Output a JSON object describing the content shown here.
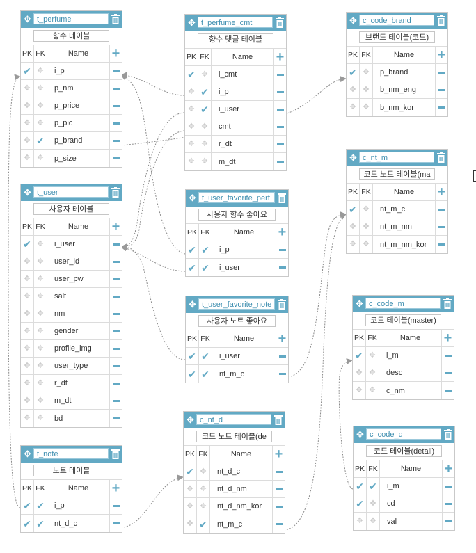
{
  "tables": [
    {
      "id": "t_perfume",
      "name": "t_perfume",
      "comment": "향수 테이블",
      "columns": [
        {
          "name": "i_p",
          "pk": true,
          "fk": false
        },
        {
          "name": "p_nm",
          "pk": false,
          "fk": false
        },
        {
          "name": "p_price",
          "pk": false,
          "fk": false
        },
        {
          "name": "p_pic",
          "pk": false,
          "fk": false
        },
        {
          "name": "p_brand",
          "pk": false,
          "fk": true
        },
        {
          "name": "p_size",
          "pk": false,
          "fk": false
        }
      ]
    },
    {
      "id": "t_user",
      "name": "t_user",
      "comment": "사용자 테이블",
      "columns": [
        {
          "name": "i_user",
          "pk": true,
          "fk": false
        },
        {
          "name": "user_id",
          "pk": false,
          "fk": false
        },
        {
          "name": "user_pw",
          "pk": false,
          "fk": false
        },
        {
          "name": "salt",
          "pk": false,
          "fk": false
        },
        {
          "name": "nm",
          "pk": false,
          "fk": false
        },
        {
          "name": "gender",
          "pk": false,
          "fk": false
        },
        {
          "name": "profile_img",
          "pk": false,
          "fk": false
        },
        {
          "name": "user_type",
          "pk": false,
          "fk": false
        },
        {
          "name": "r_dt",
          "pk": false,
          "fk": false
        },
        {
          "name": "m_dt",
          "pk": false,
          "fk": false
        },
        {
          "name": "bd",
          "pk": false,
          "fk": false
        }
      ]
    },
    {
      "id": "t_note",
      "name": "t_note",
      "comment": "노트 테이블",
      "columns": [
        {
          "name": "i_p",
          "pk": true,
          "fk": true
        },
        {
          "name": "nt_d_c",
          "pk": true,
          "fk": true
        }
      ]
    },
    {
      "id": "t_perfume_cmt",
      "name": "t_perfume_cmt",
      "comment": "향수 댓글 테이블",
      "columns": [
        {
          "name": "i_cmt",
          "pk": true,
          "fk": false
        },
        {
          "name": "i_p",
          "pk": false,
          "fk": true
        },
        {
          "name": "i_user",
          "pk": false,
          "fk": true
        },
        {
          "name": "cmt",
          "pk": false,
          "fk": false
        },
        {
          "name": "r_dt",
          "pk": false,
          "fk": false
        },
        {
          "name": "m_dt",
          "pk": false,
          "fk": false
        }
      ]
    },
    {
      "id": "t_user_favorite_perfume",
      "name": "t_user_favorite_perf",
      "comment": "사용자 향수 좋아요",
      "columns": [
        {
          "name": "i_p",
          "pk": true,
          "fk": true
        },
        {
          "name": "i_user",
          "pk": true,
          "fk": true
        }
      ]
    },
    {
      "id": "t_user_favorite_note",
      "name": "t_user_favorite_note",
      "comment": "사용자 노트 좋아요",
      "columns": [
        {
          "name": "i_user",
          "pk": true,
          "fk": true
        },
        {
          "name": "nt_m_c",
          "pk": true,
          "fk": true
        }
      ]
    },
    {
      "id": "c_nt_d",
      "name": "c_nt_d",
      "comment": "코드 노트 테이블(de",
      "columns": [
        {
          "name": "nt_d_c",
          "pk": true,
          "fk": false
        },
        {
          "name": "nt_d_nm",
          "pk": false,
          "fk": false
        },
        {
          "name": "nt_d_nm_kor",
          "pk": false,
          "fk": false
        },
        {
          "name": "nt_m_c",
          "pk": false,
          "fk": true
        }
      ]
    },
    {
      "id": "c_code_brand",
      "name": "c_code_brand",
      "comment": "브랜드 테이블(코드)",
      "columns": [
        {
          "name": "p_brand",
          "pk": true,
          "fk": false
        },
        {
          "name": "b_nm_eng",
          "pk": false,
          "fk": false
        },
        {
          "name": "b_nm_kor",
          "pk": false,
          "fk": false
        }
      ]
    },
    {
      "id": "c_nt_m",
      "name": "c_nt_m",
      "comment": "코드 노트 테이블(ma",
      "columns": [
        {
          "name": "nt_m_c",
          "pk": true,
          "fk": false
        },
        {
          "name": "nt_m_nm",
          "pk": false,
          "fk": false
        },
        {
          "name": "nt_m_nm_kor",
          "pk": false,
          "fk": false
        }
      ]
    },
    {
      "id": "c_code_m",
      "name": "c_code_m",
      "comment": "코드 테이블(master)",
      "columns": [
        {
          "name": "i_m",
          "pk": true,
          "fk": false
        },
        {
          "name": "desc",
          "pk": false,
          "fk": false
        },
        {
          "name": "c_nm",
          "pk": false,
          "fk": false
        }
      ]
    },
    {
      "id": "c_code_d",
      "name": "c_code_d",
      "comment": "코드 테이블(detail)",
      "columns": [
        {
          "name": "i_m",
          "pk": true,
          "fk": true
        },
        {
          "name": "cd",
          "pk": true,
          "fk": false
        },
        {
          "name": "val",
          "pk": false,
          "fk": false
        }
      ]
    }
  ],
  "headers": {
    "pk": "PK",
    "fk": "FK",
    "name": "Name"
  },
  "colors": {
    "accent": "#62a9c4",
    "border": "#c9c9c9",
    "link": "#888888"
  },
  "icons": {
    "move": "move-icon",
    "delete": "trash-icon",
    "add": "plus-icon",
    "remove": "minus-icon",
    "key": "check-icon",
    "drag": "drag-handle-icon"
  }
}
